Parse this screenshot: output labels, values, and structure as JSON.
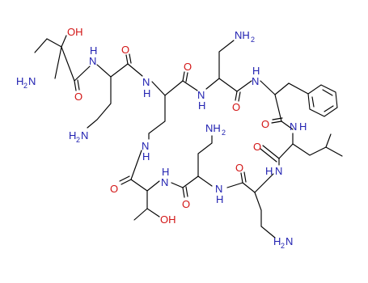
{
  "colors": {
    "bond": "#000000",
    "nitrogen": "#1f1fb0",
    "oxygen": "#d21414",
    "background": "#ffffff"
  },
  "labels": {
    "nh2": "NH",
    "h2n": "H",
    "n_of_h2n": "N",
    "sub2": "2",
    "h": "H",
    "n": "N",
    "ho": "HO",
    "oh": "OH",
    "o": "O"
  }
}
